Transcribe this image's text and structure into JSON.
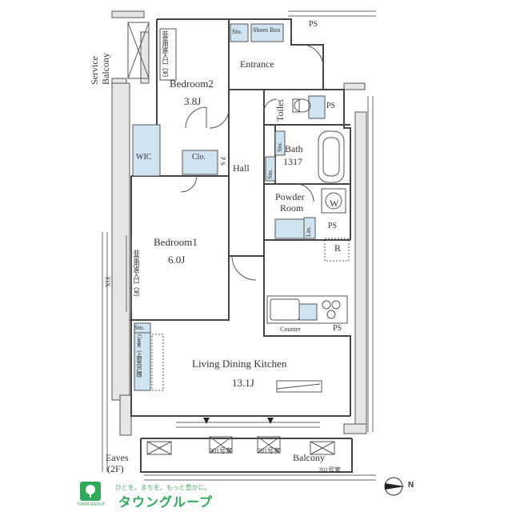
{
  "rooms": {
    "bedroom2": {
      "name": "Bedroom2",
      "size": "3.8J"
    },
    "bedroom1": {
      "name": "Bedroom1",
      "size": "6.0J"
    },
    "ldk": {
      "name": "Living Dining Kitchen",
      "size": "13.1J"
    },
    "entrance": "Entrance",
    "toilet": "Toilet",
    "bath": {
      "name": "Bath",
      "size": "1317"
    },
    "powder_room": {
      "line1": "Powder",
      "line2": "Room"
    },
    "hall": "Hall",
    "wic": "WIC",
    "clo": "Clo.",
    "shoes_box": "Shoes Box",
    "balcony": "Balcony",
    "service_balcony": {
      "line1": "Service",
      "line2": "Balcony"
    },
    "eaves": {
      "line1": "Eaves",
      "line2": "(2F)"
    }
  },
  "labels": {
    "sto": "Sto.",
    "ps": "PS",
    "p_s": "P S",
    "lin": "Lin.",
    "w": "W",
    "r": "R",
    "counter": "Counter",
    "fix": "FIX",
    "emergency_entry_3f": "非常用進入口（3F）",
    "emergency_entry_3f_b": "非常用進入口（3F）",
    "counter_note": "Counter（上部吊戸棚）",
    "room_301": "301号室",
    "room_201": "201号室",
    "room_201_b": "201号室"
  },
  "compass": {
    "label": "N"
  },
  "logo": {
    "tagline": "ひとを、まちを、もっと豊かに。",
    "brand": "タウングループ",
    "group": "TOWN GROUP"
  }
}
